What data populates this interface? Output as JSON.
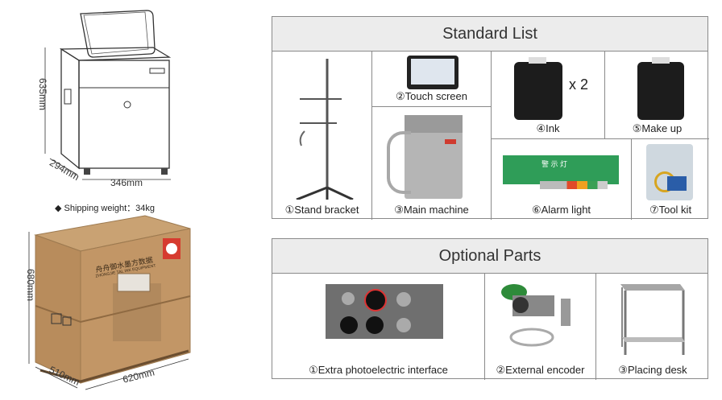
{
  "left": {
    "machine_dims": {
      "height": "635mm",
      "depth": "294mm",
      "width": "346mm"
    },
    "shipping_note": "◆ Shipping weight：34kg",
    "box_dims": {
      "height": "680mm",
      "depth": "510mm",
      "width": "620mm"
    },
    "box_print": {
      "title": "舟舟御水墨方数据",
      "subtitle": "ZHONGJIE TAL INK EQUIPMENT"
    }
  },
  "standard": {
    "title": "Standard List",
    "items": [
      {
        "label": "①Stand bracket"
      },
      {
        "label": "②Touch screen"
      },
      {
        "label": "③Main machine"
      },
      {
        "label": "④Ink",
        "qty": "x 2"
      },
      {
        "label": "⑤Make up"
      },
      {
        "label": "⑥Alarm light",
        "sign": "警 示 灯"
      },
      {
        "label": "⑦Tool kit"
      }
    ]
  },
  "optional": {
    "title": "Optional Parts",
    "items": [
      {
        "label": "①Extra photoelectric interface"
      },
      {
        "label": "②External encoder"
      },
      {
        "label": "③Placing desk"
      }
    ]
  }
}
